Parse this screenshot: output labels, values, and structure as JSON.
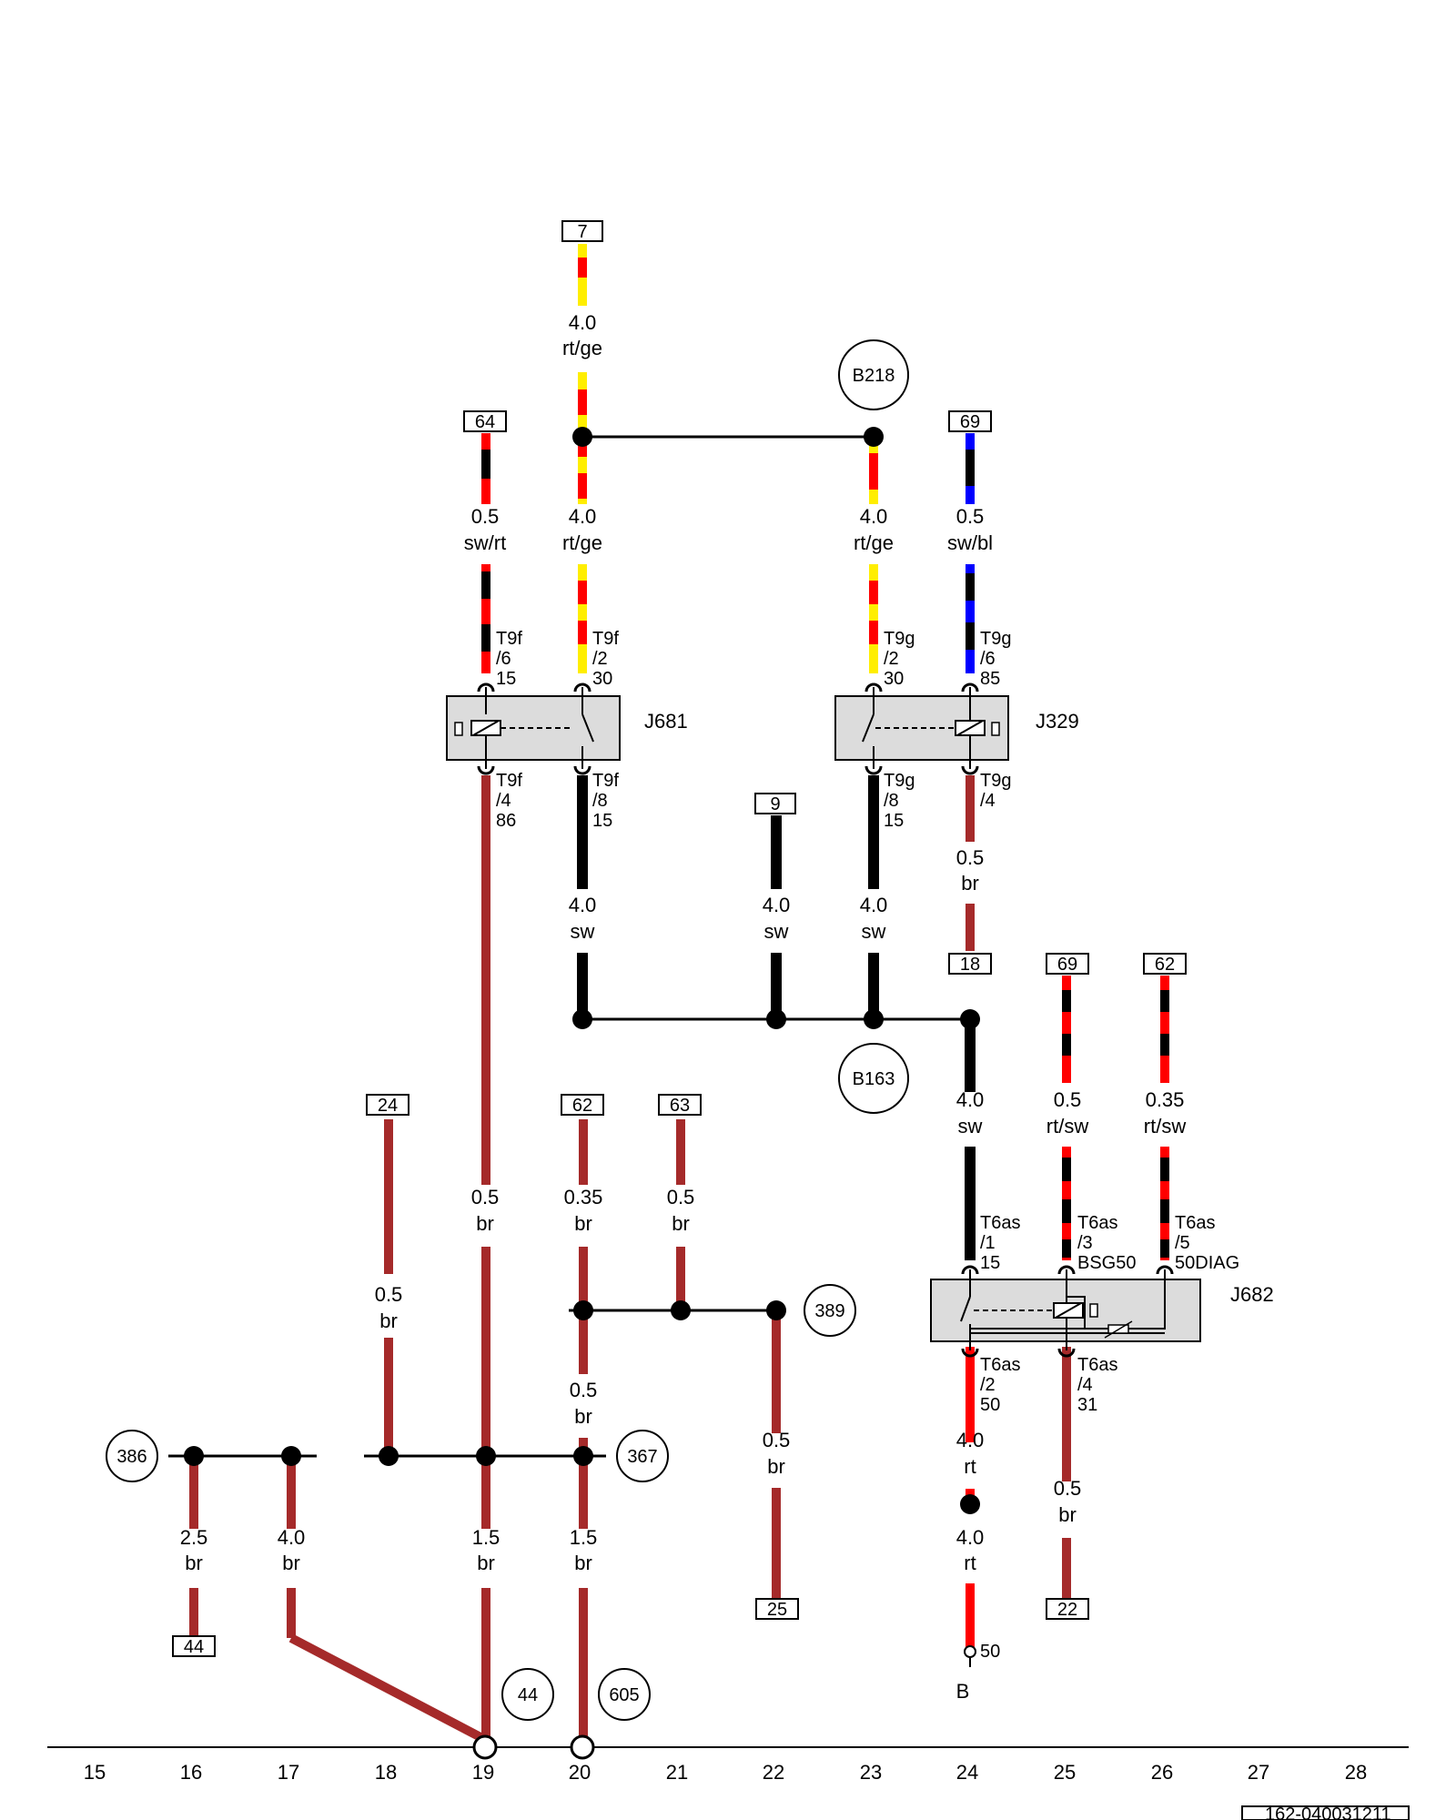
{
  "colors": {
    "br": "#a52a2a",
    "sw": "#000000",
    "rt": "#ff0000",
    "ge": "#ffee00",
    "bl": "#0000ff",
    "component_fill": "#dcdcdc"
  },
  "columns": [
    "15",
    "16",
    "17",
    "18",
    "19",
    "20",
    "21",
    "22",
    "23",
    "24",
    "25",
    "26",
    "27",
    "28"
  ],
  "components": [
    {
      "id": "J681",
      "label": "J681"
    },
    {
      "id": "J329",
      "label": "J329"
    },
    {
      "id": "J682",
      "label": "J682"
    }
  ],
  "circles": [
    "B218",
    "B163",
    "389",
    "386",
    "367",
    "44",
    "605"
  ],
  "refs": [
    "7",
    "64",
    "69",
    "9",
    "18",
    "69",
    "62",
    "24",
    "62",
    "63",
    "25",
    "44",
    "22"
  ],
  "wires": [
    {
      "id": "w1",
      "size": "4.0",
      "color": "rt/ge"
    },
    {
      "id": "w2",
      "size": "4.0",
      "color": "rt/ge"
    },
    {
      "id": "w3",
      "size": "0.5",
      "color": "sw/rt"
    },
    {
      "id": "w4",
      "size": "4.0",
      "color": "rt/ge"
    },
    {
      "id": "w5",
      "size": "0.5",
      "color": "sw/bl"
    },
    {
      "id": "w6",
      "size": "4.0",
      "color": "sw"
    },
    {
      "id": "w7",
      "size": "4.0",
      "color": "sw"
    },
    {
      "id": "w8",
      "size": "4.0",
      "color": "sw"
    },
    {
      "id": "w9",
      "size": "0.5",
      "color": "br"
    },
    {
      "id": "w10",
      "size": "4.0",
      "color": "sw"
    },
    {
      "id": "w11",
      "size": "0.5",
      "color": "rt/sw"
    },
    {
      "id": "w12",
      "size": "0.35",
      "color": "rt/sw"
    },
    {
      "id": "w13",
      "size": "0.5",
      "color": "br"
    },
    {
      "id": "w14",
      "size": "0.5",
      "color": "br"
    },
    {
      "id": "w15",
      "size": "0.35",
      "color": "br"
    },
    {
      "id": "w16",
      "size": "0.5",
      "color": "br"
    },
    {
      "id": "w17",
      "size": "0.5",
      "color": "br"
    },
    {
      "id": "w18",
      "size": "0.5",
      "color": "br"
    },
    {
      "id": "w19",
      "size": "2.5",
      "color": "br"
    },
    {
      "id": "w20",
      "size": "4.0",
      "color": "br"
    },
    {
      "id": "w21",
      "size": "1.5",
      "color": "br"
    },
    {
      "id": "w22",
      "size": "1.5",
      "color": "br"
    },
    {
      "id": "w23",
      "size": "4.0",
      "color": "rt"
    },
    {
      "id": "w24",
      "size": "4.0",
      "color": "rt"
    },
    {
      "id": "w25",
      "size": "0.5",
      "color": "br"
    }
  ],
  "pins": [
    {
      "l1": "T9f",
      "l2": "/6",
      "l3": "15"
    },
    {
      "l1": "T9f",
      "l2": "/2",
      "l3": "30"
    },
    {
      "l1": "T9g",
      "l2": "/2",
      "l3": "30"
    },
    {
      "l1": "T9g",
      "l2": "/6",
      "l3": "85"
    },
    {
      "l1": "T9f",
      "l2": "/4",
      "l3": "86"
    },
    {
      "l1": "T9f",
      "l2": "/8",
      "l3": "15"
    },
    {
      "l1": "T9g",
      "l2": "/8",
      "l3": "15"
    },
    {
      "l1": "T9g",
      "l2": "/4",
      "l3": ""
    },
    {
      "l1": "T6as",
      "l2": "/1",
      "l3": "15"
    },
    {
      "l1": "T6as",
      "l2": "/3",
      "l3": "BSG50"
    },
    {
      "l1": "T6as",
      "l2": "/5",
      "l3": "50DIAG"
    },
    {
      "l1": "T6as",
      "l2": "/2",
      "l3": "50"
    },
    {
      "l1": "T6as",
      "l2": "/4",
      "l3": "31"
    }
  ],
  "terminal": {
    "pin": "50",
    "label": "B"
  },
  "doc_id": "162-040031211"
}
